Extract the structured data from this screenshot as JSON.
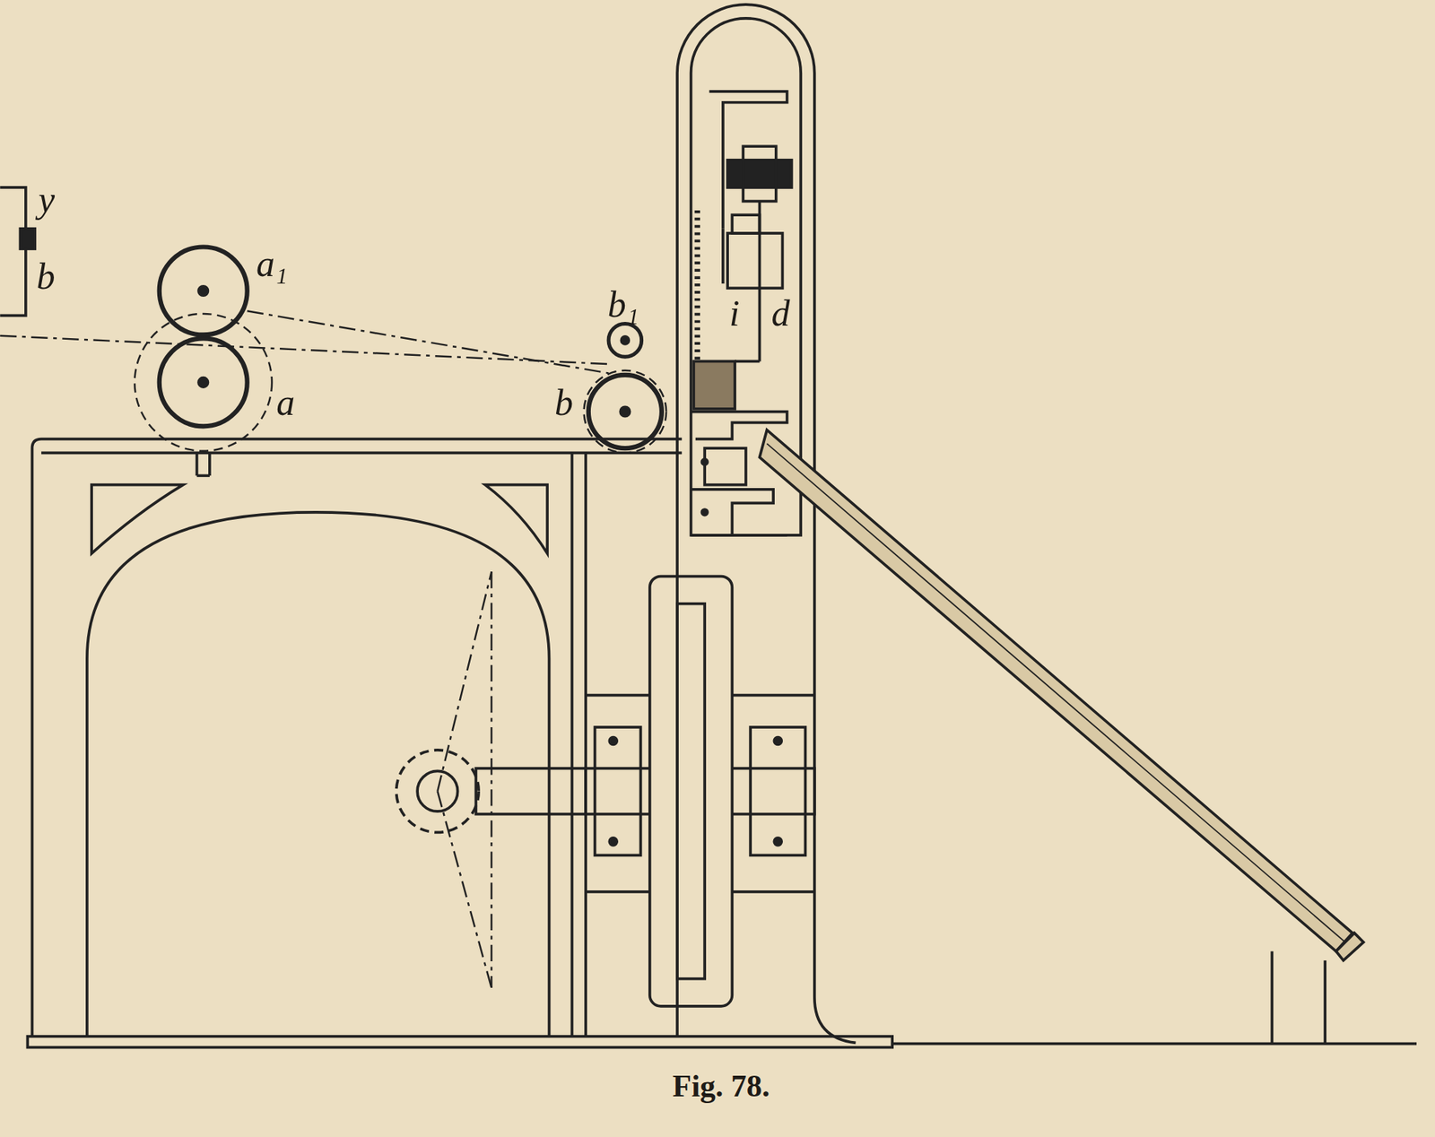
{
  "diagram": {
    "caption": "Fig. 78.",
    "labels": [
      "y",
      "b",
      "a₁",
      "a",
      "b₁",
      "b",
      "i",
      "d"
    ]
  }
}
